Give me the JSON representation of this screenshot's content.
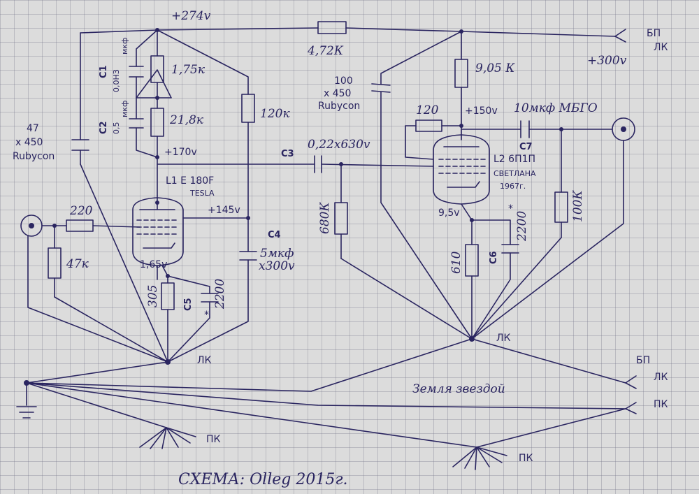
{
  "colors": {
    "ink": "#2a2560",
    "paper": "#dcdcdc",
    "grid": "#8a8aa0"
  },
  "supply": {
    "b_plus_top": "+274v",
    "b_plus_out": "+300v",
    "bp_lk_top_a": "БП",
    "bp_lk_top_b": "ЛК",
    "bp_lk_bot_a": "БП",
    "bp_lk_bot_b": "ЛК",
    "pk_right": "ПК"
  },
  "resistors": {
    "r_472k": "4,72К",
    "r_905k": "9,05 К",
    "r_175k": "1,75к",
    "r_218k": "21,8к",
    "r_120k": "120к",
    "r_220": "220",
    "r_47k": "47к",
    "r_305": "305",
    "r_680k": "680К",
    "r_120": "120",
    "r_610": "610",
    "r_100k": "100К"
  },
  "capacitors": {
    "c1_name": "C1",
    "c1_val": "0,0НЗ",
    "c1_mkf": "мкф",
    "c2_name": "C2",
    "c2_val": "0,5",
    "c2_mkf": "мкф",
    "c47_a": "47",
    "c47_b": "х 450",
    "c47_c": "Rubycon",
    "c100_a": "100",
    "c100_b": "х 450",
    "c100_c": "Rubycon",
    "c3_name": "C3",
    "c3_val": "0,22х630v",
    "c4_name": "C4",
    "c4_val": "5мкф",
    "c4_volt": "х300v",
    "c5_name": "C5",
    "c5_val": "2200",
    "c5_star": "*",
    "c6_name": "C6",
    "c6_val": "2200",
    "c6_star": "*",
    "c7_name": "C7",
    "c7_val": "10мкф МБГО"
  },
  "tubes": {
    "l1_a": "L1 E 180F",
    "l1_b": "TESLA",
    "l2_a": "L2 6П1П",
    "l2_b": "СВЕТЛАНА",
    "l2_c": "1967г."
  },
  "voltages": {
    "v170": "+170v",
    "v145": "+145v",
    "v165": "1,65v",
    "v150": "+150v",
    "v95": "9,5v"
  },
  "grounds": {
    "lk_left": "ЛК",
    "lk_right": "ЛК",
    "pk_left": "ПК",
    "pk_mid": "ПК",
    "star_note": "Земля звездой"
  },
  "footer": {
    "signature": "СХЕМА: Olleg 2015г."
  }
}
